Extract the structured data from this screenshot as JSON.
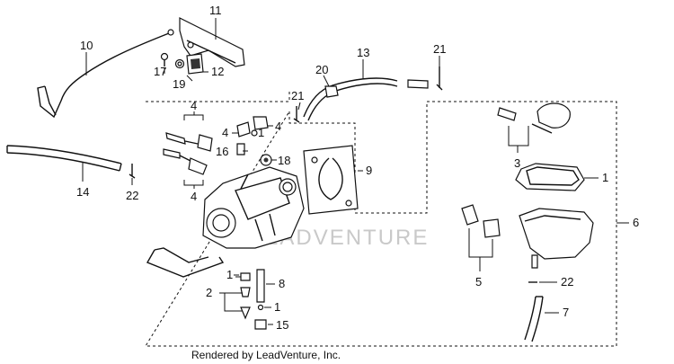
{
  "watermark": "LEADVENTURE",
  "footer": "Rendered by LeadVenture, Inc.",
  "callouts": {
    "c11": "11",
    "c10": "10",
    "c17": "17",
    "c19": "19",
    "c12": "12",
    "c13": "13",
    "c20": "20",
    "c21a": "21",
    "c21b": "21",
    "c4a": "4",
    "c4b": "4",
    "c4c": "4",
    "c4d": "4",
    "c1a": "1",
    "c16": "16",
    "c18": "18",
    "c9": "9",
    "c14": "14",
    "c22a": "22",
    "c3": "3",
    "c1b": "1",
    "c6": "6",
    "c5": "5",
    "c22b": "22",
    "c7": "7",
    "c2": "2",
    "c1c": "1",
    "c8": "8",
    "c1d": "1",
    "c15": "15"
  }
}
